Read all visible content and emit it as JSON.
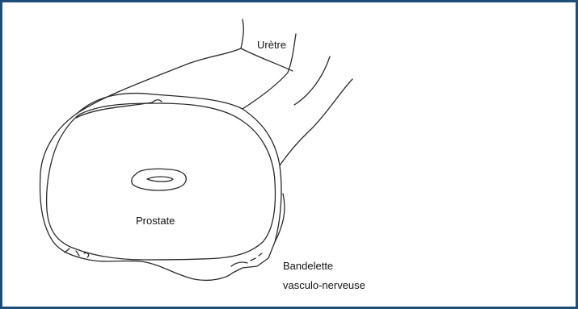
{
  "labels": {
    "uretre": "Urètre",
    "prostate": "Prostate",
    "bandelette_line1": "Bandelette",
    "bandelette_line2": "vasculo-nerveuse"
  },
  "colors": {
    "frame_border": "#1f4e79",
    "ink": "#2a2a2a"
  }
}
